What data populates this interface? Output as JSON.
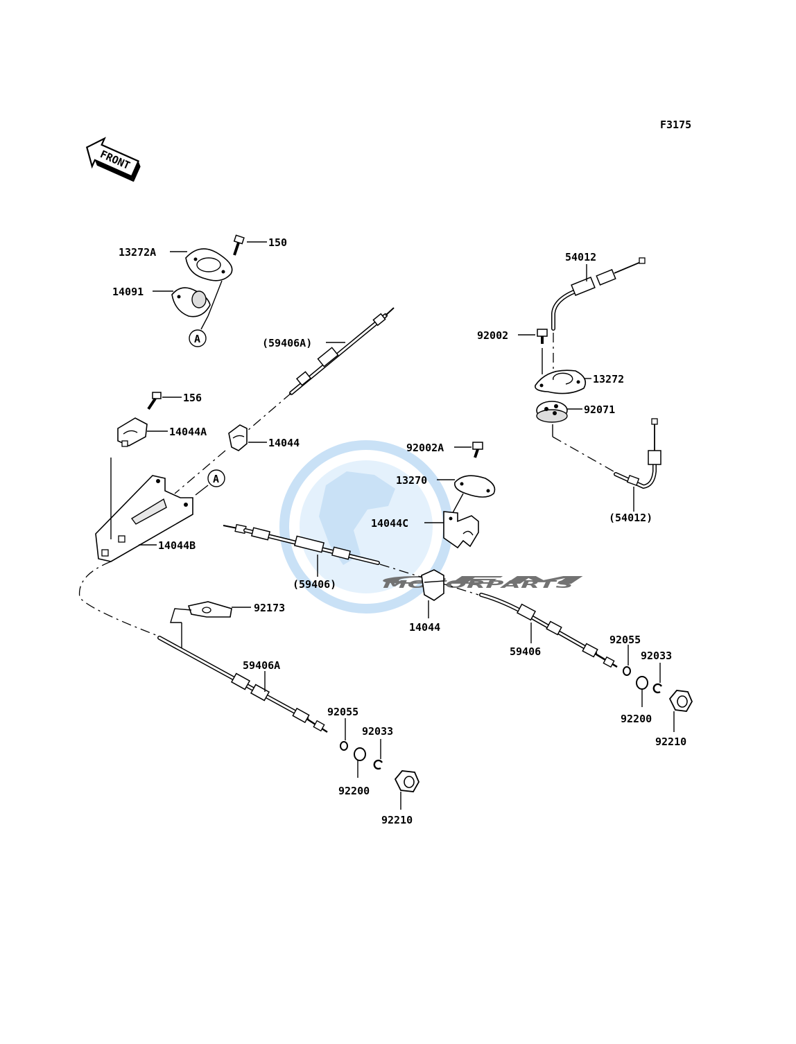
{
  "figure_code": "F3175",
  "front_badge": "FRONT",
  "watermark": {
    "brand": "OEM",
    "sub": "MOTORPARTS",
    "color": "#9ec9ef"
  },
  "labels": {
    "l_13272A": "13272A",
    "l_150": "150",
    "l_14091": "14091",
    "l_A1": "A",
    "l_59406A_paren": "(59406A)",
    "l_156": "156",
    "l_14044A": "14044A",
    "l_14044_top": "14044",
    "l_A2": "A",
    "l_14044B": "14044B",
    "l_54012": "54012",
    "l_92002": "92002",
    "l_13272": "13272",
    "l_92071": "92071",
    "l_54012_paren": "(54012)",
    "l_92002A": "92002A",
    "l_13270": "13270",
    "l_14044C": "14044C",
    "l_59406_paren": "(59406)",
    "l_14044_mid": "14044",
    "l_92173": "92173",
    "l_59406A": "59406A",
    "l_92055_left": "92055",
    "l_92033_left": "92033",
    "l_92200_left": "92200",
    "l_92210_left": "92210",
    "l_59406": "59406",
    "l_92055_right": "92055",
    "l_92033_right": "92033",
    "l_92200_right": "92200",
    "l_92210_right": "92210"
  }
}
